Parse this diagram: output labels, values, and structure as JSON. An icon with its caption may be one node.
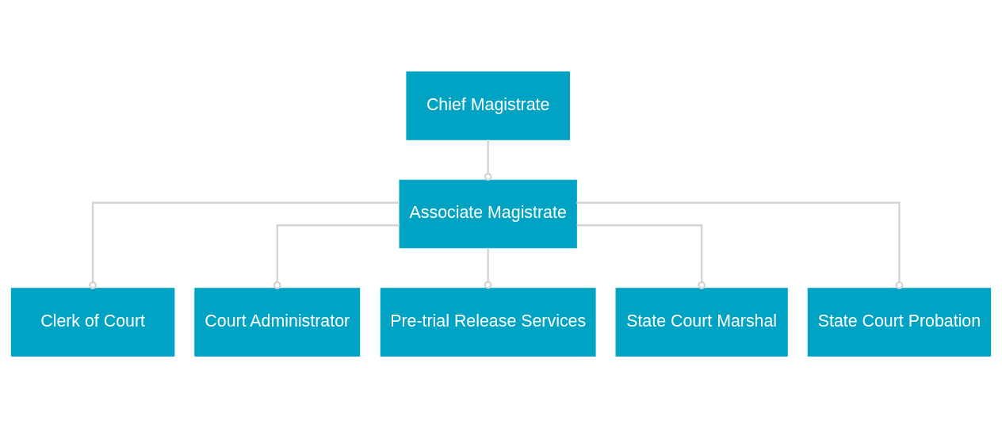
{
  "diagram": {
    "nodes": [
      {
        "text": [
          "Chief Magistrate"
        ]
      },
      {
        "text": [
          "Associate Magistrate"
        ]
      },
      {
        "text": [
          "Clerk of Court"
        ]
      },
      {
        "text": [
          "Court Administrator"
        ]
      },
      {
        "text": [
          "Pre-trial Release Services"
        ]
      },
      {
        "text": [
          "State Court Marshal"
        ]
      },
      {
        "text": [
          "State Court Probation"
        ]
      }
    ],
    "edges": [
      {
        "from": 0,
        "to": 1,
        "arrow": "other"
      },
      {
        "from": 1,
        "to": 2,
        "arrow": "other"
      },
      {
        "from": 1,
        "to": 3,
        "arrow": "other"
      },
      {
        "from": 1,
        "to": 4,
        "arrow": "other"
      },
      {
        "from": 1,
        "to": 5,
        "arrow": "other"
      },
      {
        "from": 1,
        "to": 6,
        "arrow": "other"
      }
    ]
  }
}
